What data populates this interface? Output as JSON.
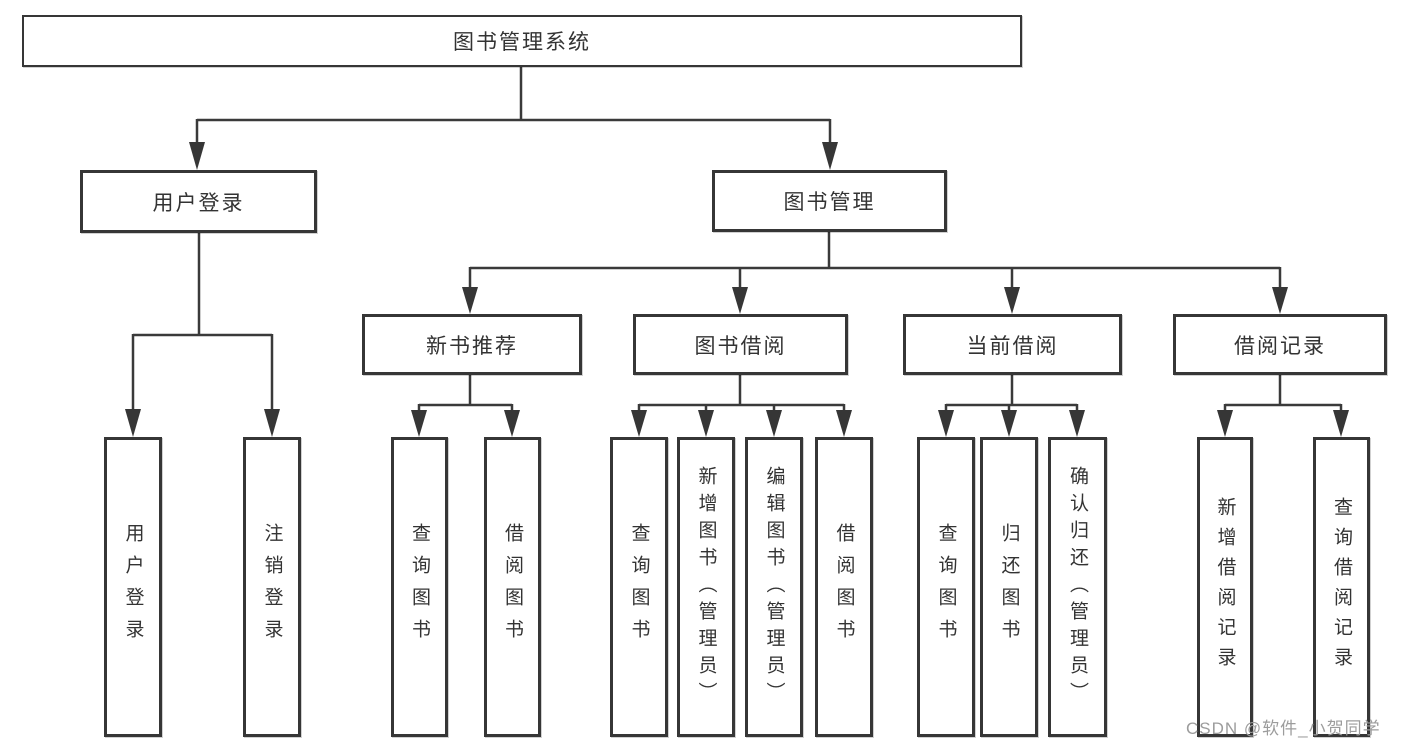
{
  "nodes": {
    "root": "图书管理系统",
    "user_login": {
      "label": "用户登录",
      "children": [
        "用户登录",
        "注销登录"
      ]
    },
    "book_mgmt": {
      "label": "图书管理"
    },
    "branches": [
      {
        "label": "新书推荐",
        "children": [
          "查询图书",
          "借阅图书"
        ]
      },
      {
        "label": "图书借阅",
        "children": [
          "查询图书",
          "新增图书（管理员）",
          "编辑图书（管理员）",
          "借阅图书"
        ]
      },
      {
        "label": "当前借阅",
        "children": [
          "查询图书",
          "归还图书",
          "确认归还（管理员）"
        ]
      },
      {
        "label": "借阅记录",
        "children": [
          "新增借阅记录",
          "查询借阅记录"
        ]
      }
    ]
  },
  "watermark": "CSDN @软件_小贺同学"
}
